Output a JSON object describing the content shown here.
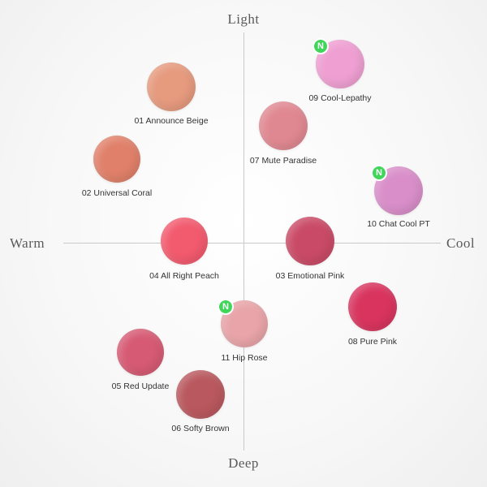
{
  "axes": {
    "top": "Light",
    "bottom": "Deep",
    "left": "Warm",
    "right": "Cool"
  },
  "badge_text": "N",
  "shades": [
    {
      "label": "01 Announce Beige",
      "color": "#e69a7e",
      "is_new": false
    },
    {
      "label": "02 Universal Coral",
      "color": "#e0806a",
      "is_new": false
    },
    {
      "label": "07 Mute Paradise",
      "color": "#e08891",
      "is_new": false
    },
    {
      "label": "09 Cool-Lepathy",
      "color": "#ef9fd2",
      "is_new": true
    },
    {
      "label": "10 Chat Cool PT",
      "color": "#d98ec9",
      "is_new": true
    },
    {
      "label": "04 All Right Peach",
      "color": "#f25a6e",
      "is_new": false
    },
    {
      "label": "03 Emotional Pink",
      "color": "#c94a66",
      "is_new": false
    },
    {
      "label": "11 Hip Rose",
      "color": "#e8a4a8",
      "is_new": true
    },
    {
      "label": "08 Pure Pink",
      "color": "#d8345e",
      "is_new": false
    },
    {
      "label": "05 Red Update",
      "color": "#d65a73",
      "is_new": false
    },
    {
      "label": "06 Softy Brown",
      "color": "#b9585e",
      "is_new": false
    }
  ]
}
